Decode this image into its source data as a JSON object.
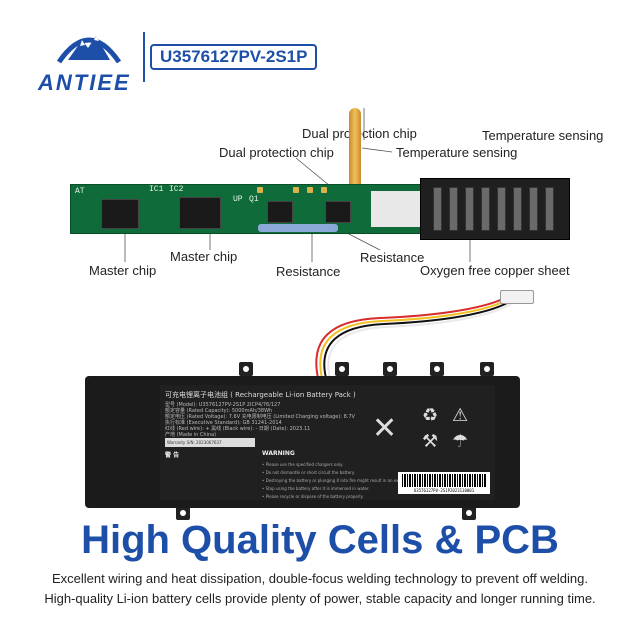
{
  "brand": {
    "name": "ANTIEE",
    "logo_icon": "mountain-logo-icon",
    "model": "U3576127PV-2S1P"
  },
  "colors": {
    "brand_blue": "#1e4fa8",
    "pcb_green": "#0f6b3a",
    "battery_black": "#1b1b1b"
  },
  "callouts": {
    "dual_protection_top": "Dual protection chip",
    "dual_protection_mid": "Dual protection chip",
    "temperature_top": "Temperature sensing",
    "temperature_mid": "Temperature sensing",
    "master_chip_left": "Master chip",
    "master_chip_mid": "Master chip",
    "resistance_left": "Resistance",
    "resistance_right": "Resistance",
    "copper": "Oxygen free copper sheet"
  },
  "pcb": {
    "silk_ic1": "IC1",
    "silk_ic2": "IC2",
    "silk_at": "AT",
    "silk_q1": "Q1",
    "silk_up": "UP"
  },
  "battery": {
    "title": "可充电锂离子电池组 ( Rechargeable Li-ion Battery Pack )",
    "specs": [
      "型号 (Model): U3576127PV-2S1P  2ICP4/76/127",
      "额定容量 (Rated Capacity): 5000mAh/38Wh",
      "额定电压 (Rated Voltage): 7.6V   充电限制电压 (Limited Charging voltage): 8.7V",
      "执行标准 (Executive Standard): GB 31241-2014",
      "红线 (Red wire): +   黑线 (Black wire): -   日期 (Date): 2023.11",
      "产地 (Made in China)"
    ],
    "warranty": "Warranty S/N: 2023067637",
    "cn_warning_head": "警 告",
    "warning_head": "WARNING",
    "warning_lines": [
      "• Please use the specified chargers only.",
      "• Do not dismantle or short circuit the battery.",
      "• Destroying the battery or plunging it into fire might result in an explosion.",
      "• Stop using the battery after it is immersed in water.",
      "• Please recycle or dispose of the battery properly."
    ],
    "barcode_text": "U3576127PV-2S1P2023110001"
  },
  "headline": "High Quality Cells & PCB",
  "captions": [
    "Excellent wiring and heat dissipation, double-focus welding technology to prevent off welding.",
    "High-quality Li-ion battery cells provide plenty of power, stable capacity and longer running time."
  ]
}
